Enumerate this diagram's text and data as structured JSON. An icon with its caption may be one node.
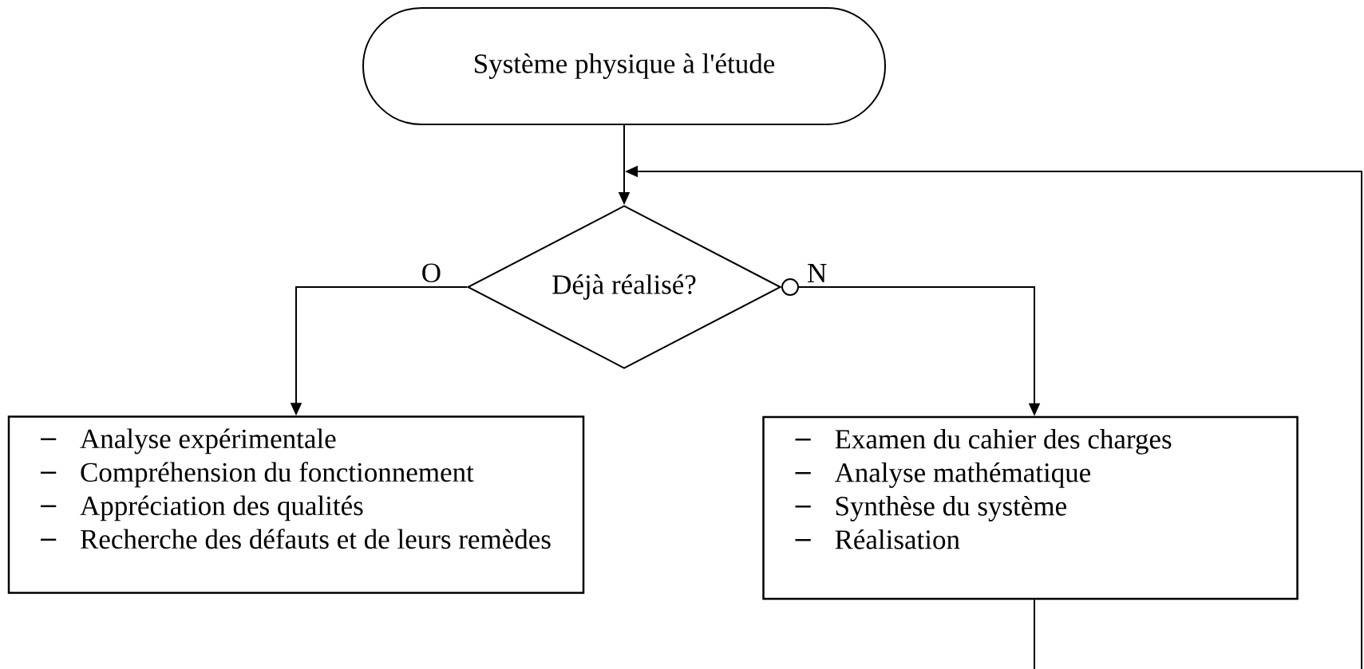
{
  "diagram": {
    "nodes": [
      {
        "text": [
          "Système physique à l'étude"
        ]
      },
      {
        "text": [
          "Déjà réalisé?"
        ]
      },
      {
        "text": [
          "Analyse expérimentale",
          "Compréhension du fonctionnement",
          "Appréciation des qualités",
          "Recherche des défauts et de leurs remèdes"
        ]
      },
      {
        "text": [
          "Examen du cahier des charges",
          "Analyse mathématique",
          "Synthèse du système",
          "Réalisation"
        ]
      }
    ],
    "edges": [
      {
        "from": 0,
        "to": 1,
        "arrow": "to"
      },
      {
        "from": 1,
        "to": 2,
        "arrow": "to",
        "label": "O"
      },
      {
        "from": 1,
        "to": 3,
        "arrow": "to",
        "label": "N"
      },
      {
        "from": 3,
        "to": null,
        "arrow": "none"
      },
      {
        "from": null,
        "to": 1,
        "arrow": "to"
      }
    ]
  }
}
